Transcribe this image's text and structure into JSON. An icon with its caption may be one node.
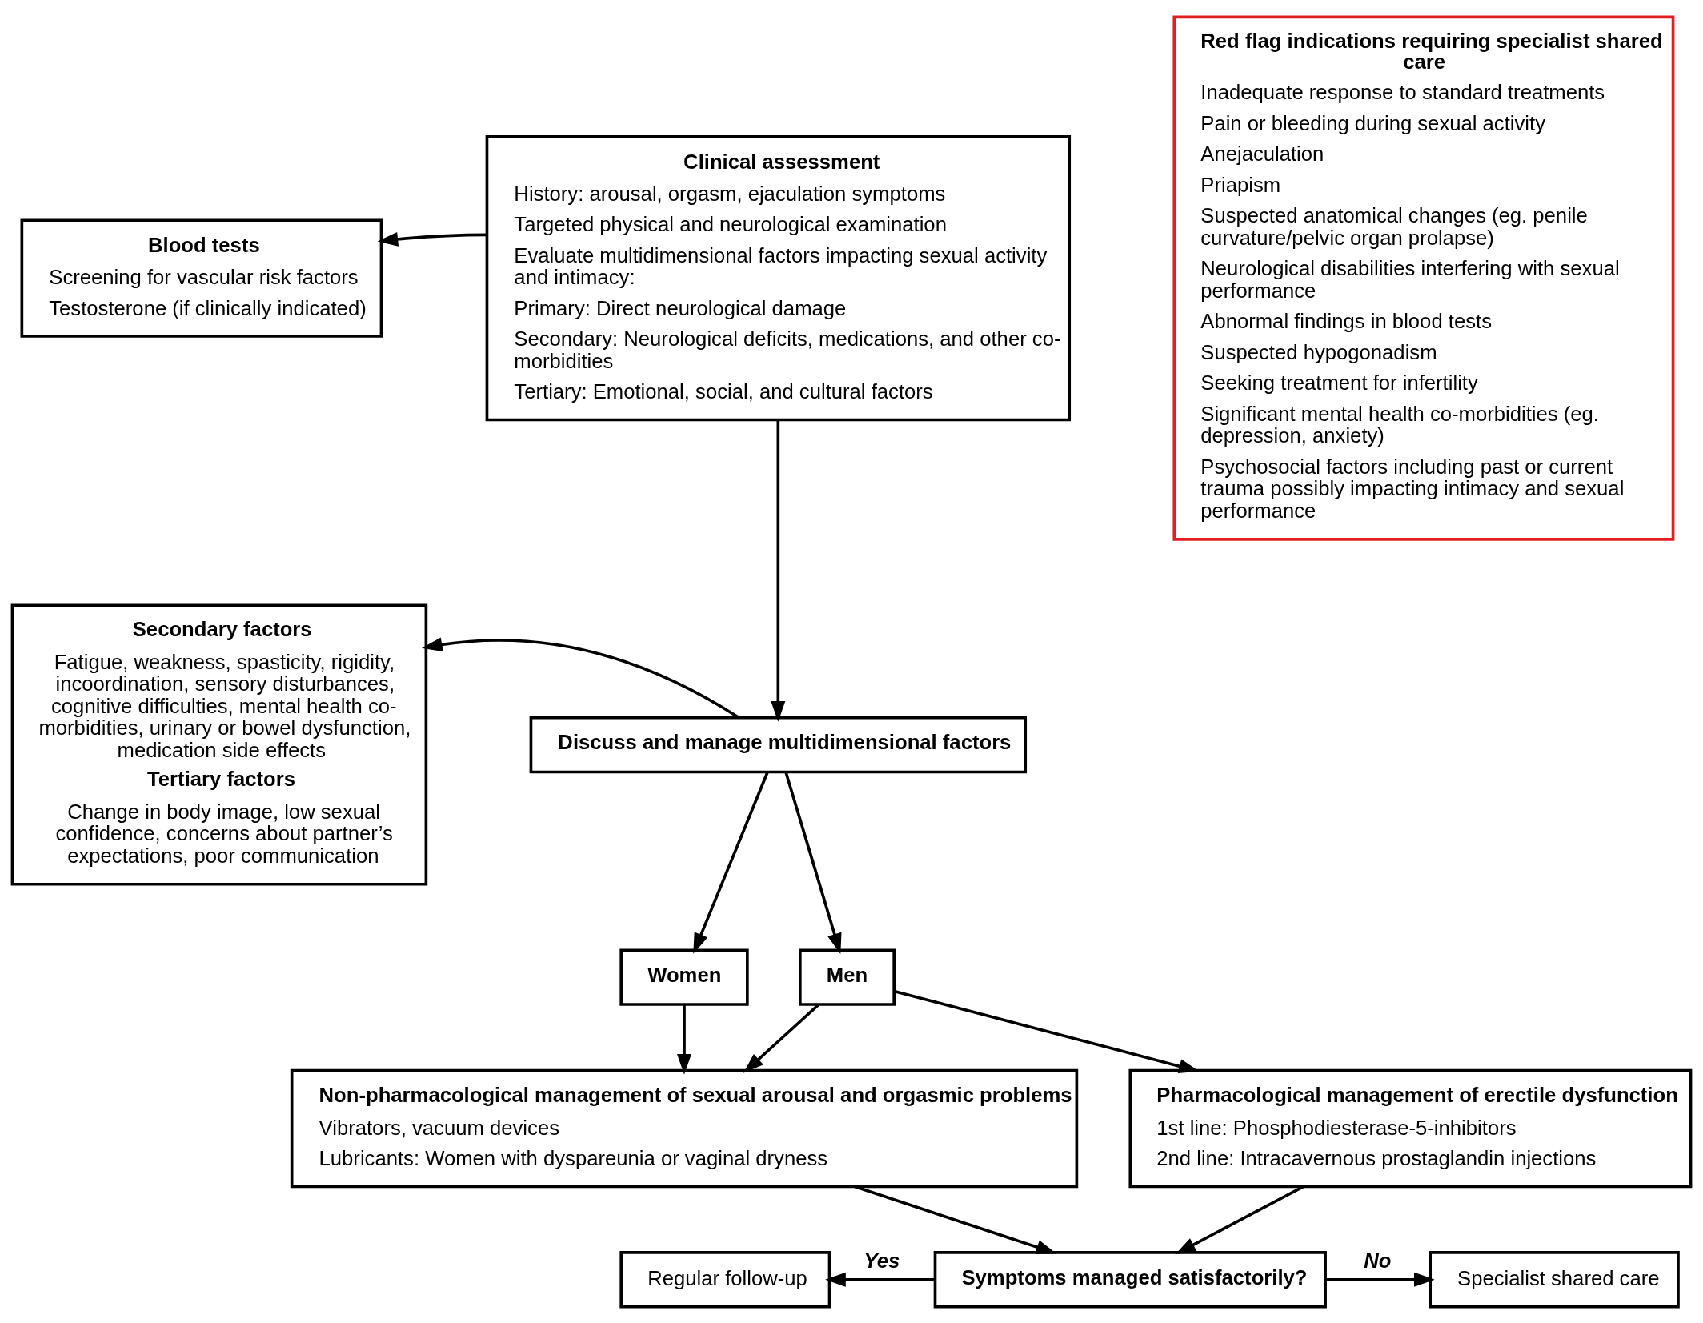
{
  "diagram": {
    "nodes": [
      {
        "text": [
          "Clinical assessment",
          "History: arousal, orgasm, ejaculation symptoms",
          "Targeted physical and neurological examination",
          "Evaluate multidimensional factors impacting sexual activity and intimacy:",
          "Primary: Direct neurological damage",
          "Secondary: Neurological deficits, medications, and other co-morbidities",
          "Tertiary: Emotional, social, and cultural factors"
        ]
      },
      {
        "text": [
          "Blood tests",
          "Screening for vascular risk factors",
          "Testosterone (if clinically indicated)"
        ]
      },
      {
        "text": [
          "Red flag indications requiring specialist shared care",
          "Inadequate response to standard treatments",
          "Pain or bleeding during sexual activity",
          "Anejaculation",
          "Priapism",
          "Suspected anatomical changes (eg. penile curvature/pelvic organ prolapse)",
          "Neurological disabilities interfering with sexual performance",
          "Abnormal findings in blood tests",
          "Suspected hypogonadism",
          "Seeking treatment for infertility",
          "Significant mental health co-morbidities (eg. depression, anxiety)",
          "Psychosocial factors including past or current trauma possibly impacting intimacy and sexual performance"
        ]
      },
      {
        "text": [
          "Secondary factors",
          "Fatigue, weakness, spasticity, rigidity, incoordination, sensory disturbances, cognitive difficulties, mental health co-morbidities, urinary or bowel dysfunction, medication side effects",
          "Tertiary factors",
          "Change in body image, low sexual confidence, concerns about partner’s expectations, poor communication"
        ]
      },
      {
        "text": [
          "Discuss and manage multidimensional factors"
        ]
      },
      {
        "text": [
          "Women"
        ]
      },
      {
        "text": [
          "Men"
        ]
      },
      {
        "text": [
          "Non-pharmacological management of sexual arousal and orgasmic problems",
          "Vibrators, vacuum devices",
          "Lubricants: Women with dyspareunia or vaginal dryness"
        ]
      },
      {
        "text": [
          "Pharmacological management of erectile dysfunction",
          "1st line: Phosphodiesterase-5-inhibitors",
          "2nd line: Intracavernous prostaglandin injections"
        ]
      },
      {
        "text": [
          "Symptoms managed satisfactorily?"
        ]
      },
      {
        "text": [
          "Regular follow-up"
        ]
      },
      {
        "text": [
          "Specialist shared care"
        ]
      }
    ],
    "edges": [
      {
        "from": 0,
        "to": 1,
        "arrow": "to"
      },
      {
        "from": 0,
        "to": 4,
        "arrow": "to"
      },
      {
        "from": 4,
        "to": 3,
        "arrow": "to"
      },
      {
        "from": 4,
        "to": 5,
        "arrow": "to"
      },
      {
        "from": 4,
        "to": 6,
        "arrow": "to"
      },
      {
        "from": 5,
        "to": 7,
        "arrow": "to"
      },
      {
        "from": 6,
        "to": 7,
        "arrow": "to"
      },
      {
        "from": 6,
        "to": 8,
        "arrow": "to"
      },
      {
        "from": 7,
        "to": 9,
        "arrow": "to"
      },
      {
        "from": 8,
        "to": 9,
        "arrow": "to"
      },
      {
        "from": 9,
        "to": 10,
        "label": "Yes",
        "arrow": "to"
      },
      {
        "from": 9,
        "to": 11,
        "label": "No",
        "arrow": "to"
      }
    ]
  }
}
